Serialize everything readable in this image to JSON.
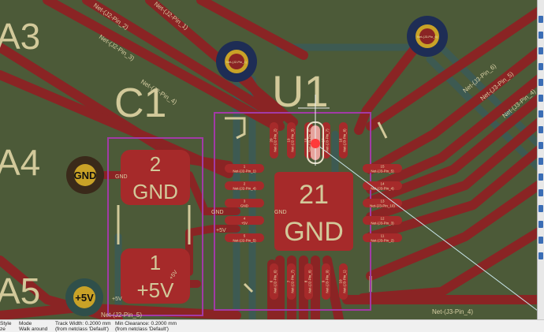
{
  "colors": {
    "board": "#4c5a38",
    "track": "#8a2424",
    "track_light": "#9a2e2e",
    "silkscreen": "#d2c99a",
    "courtyard": "#a23aa6",
    "pad_red": "#a62a2a",
    "via_dark": "#1e2d55",
    "inner_track": "#3d5a52",
    "highlight": "#ff3b3b",
    "ratsnest": "#c8e6ea"
  },
  "silkscreen_labels": {
    "a3": "A3",
    "a4": "A4",
    "a5": "A5",
    "c1": "C1",
    "u1": "U1"
  },
  "pads": {
    "pad2_number": "2",
    "pad2_net": "GND",
    "pad1_number": "1",
    "pad1_net": "+5V",
    "epad_number": "21",
    "epad_net": "GND"
  },
  "vias": {
    "gnd": "GND",
    "plus5v": "+5V",
    "c2_via_net": "Net-(J3-Pin_6)",
    "c1_via_net": "Net-(J2-Pin_1)"
  },
  "net_labels": {
    "top_left_1": "Net-(J2-Pin_2)",
    "top_left_2": "Net-(J2-Pin_1)",
    "top_left_3": "Net-(J2-Pin_3)",
    "top_left_4": "Net-(J2-Pin_4)",
    "right_1": "Net-(J3-Pin_6)",
    "right_2": "Net-(J3-Pin_5)",
    "right_3": "Net-(J3-Pin_4)",
    "bottom": "Net-(J3-Pin_4)",
    "bottom_left": "Net-(J2-Pin_5)",
    "track_gnd_1": "GND",
    "track_gnd_2": "GND",
    "track_gnd_3": "GND",
    "track_5v_1": "+5V",
    "track_5v_2": "+5V",
    "track_5v_3": "+5V"
  },
  "left_pins": [
    {
      "num": "1",
      "net": "Net-(J2-Pin_1)"
    },
    {
      "num": "2",
      "net": "Net-(J2-Pin_4)"
    },
    {
      "num": "3",
      "net": "GND"
    },
    {
      "num": "4",
      "net": "+5V"
    },
    {
      "num": "5",
      "net": "Net-(J2-Pin_5)"
    }
  ],
  "right_pins": [
    {
      "num": "15",
      "net": "Net-(J3-Pin_5)"
    },
    {
      "num": "14",
      "net": "Net-(J3-Pin_4)"
    },
    {
      "num": "13",
      "net": "Net-(J3-Pin_10)"
    },
    {
      "num": "12",
      "net": "Net-(J3-Pin_3)"
    },
    {
      "num": "11",
      "net": "Net-(J3-Pin_2)"
    }
  ],
  "top_pins": [
    {
      "num": "20",
      "net": "Net-(J2-Pin_2)"
    },
    {
      "num": "19",
      "net": "Net-(J2-Pin_3)"
    },
    {
      "num": "18",
      "net": "Net-(J3-Pin_6)"
    },
    {
      "num": "17",
      "net": "Net-(J3-Pin_7)"
    },
    {
      "num": "16",
      "net": "Net-(J3-Pin_8)"
    }
  ],
  "bottom_pins": [
    {
      "num": "6",
      "net": "Net-(J2-Pin_6)"
    },
    {
      "num": "7",
      "net": "Net-(J2-Pin_7)"
    },
    {
      "num": "8",
      "net": "Net-(J2-Pin_8)"
    },
    {
      "num": "9",
      "net": "Net-(J3-Pin_9)"
    },
    {
      "num": "10",
      "net": "Net-(J3-Pin_1)"
    }
  ],
  "status": {
    "style_label": "Style",
    "size_label": "ze",
    "mode_label": "Mode",
    "mode_value": "Walk around",
    "track_width_label": "Track Width: 0.2000 mm",
    "track_width_source": "(from netclass 'Default')",
    "min_clearance_label": "Min Clearance: 0.2000 mm",
    "min_clearance_source": "(from netclass 'Default')"
  }
}
